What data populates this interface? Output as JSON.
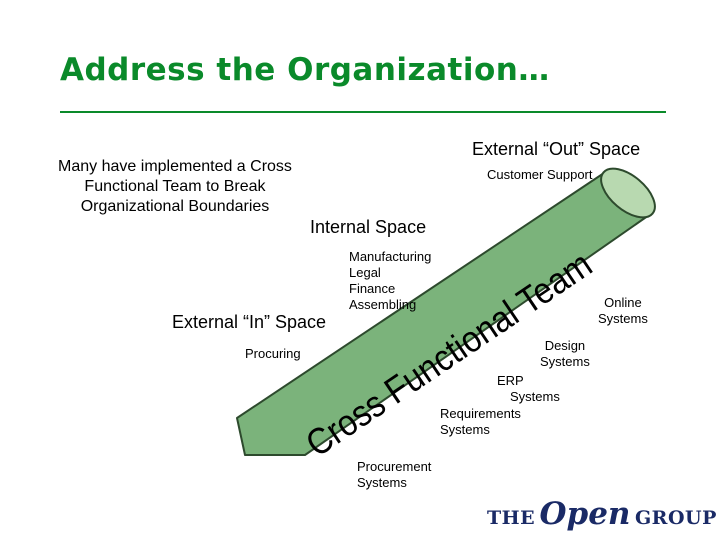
{
  "title": "Address the Organization…",
  "labels": {
    "external_out": "External “Out” Space",
    "customer_support": "Customer Support",
    "many_have": [
      "Many have implemented a Cross",
      "Functional Team to Break",
      "Organizational Boundaries"
    ],
    "internal_space": "Internal Space",
    "internal_items": [
      "Manufacturing",
      "Legal",
      "Finance",
      "Assembling"
    ],
    "external_in": "External “In” Space",
    "procuring": "Procuring",
    "online_systems": [
      "Online",
      "Systems"
    ],
    "design_systems": [
      "Design",
      "Systems"
    ],
    "erp_systems": [
      "ERP",
      "Systems"
    ],
    "requirements_systems": [
      "Requirements",
      "Systems"
    ],
    "procurement_systems": [
      "Procurement",
      "Systems"
    ]
  },
  "tube_text": "Cross Functional Team",
  "logo": {
    "the": "THE",
    "open": "Open",
    "group": "GROUP"
  },
  "colors": {
    "title": "#0a8a2a",
    "tube_fill": "#7bb37b",
    "tube_end": "#b8d9b0",
    "tube_stroke": "#2d4a2d",
    "logo": "#1a2a66"
  }
}
